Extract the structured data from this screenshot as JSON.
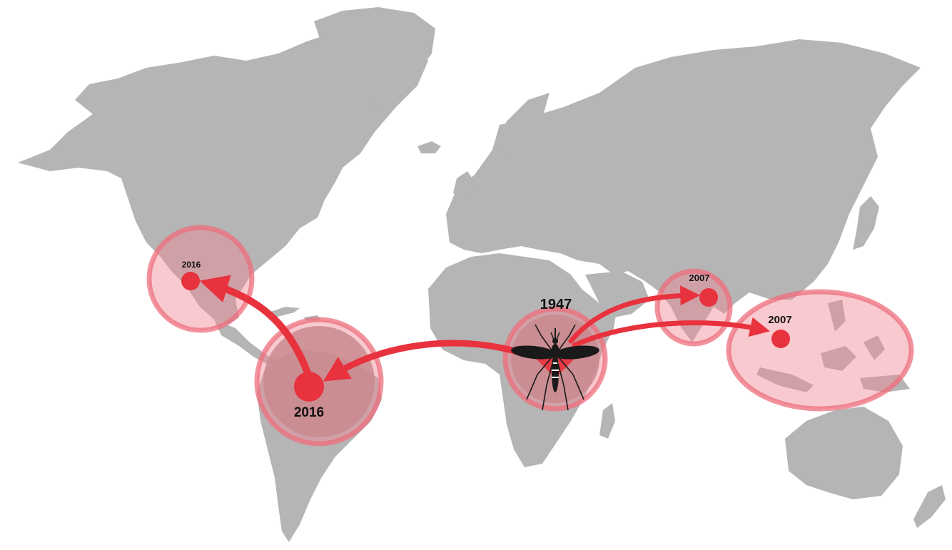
{
  "map": {
    "theme": {
      "land_color": "#b5b5b5",
      "zone_color": "#f08a96",
      "accent_color": "#e8323d",
      "label_color": "#111111"
    },
    "origin": {
      "year": "1947",
      "icon": "mosquito-icon"
    },
    "locations": [
      {
        "id": "mexico",
        "year": "2016"
      },
      {
        "id": "south-america",
        "year": "2016"
      },
      {
        "id": "india",
        "year": "2007"
      },
      {
        "id": "southeast-asia",
        "year": "2007"
      }
    ]
  }
}
